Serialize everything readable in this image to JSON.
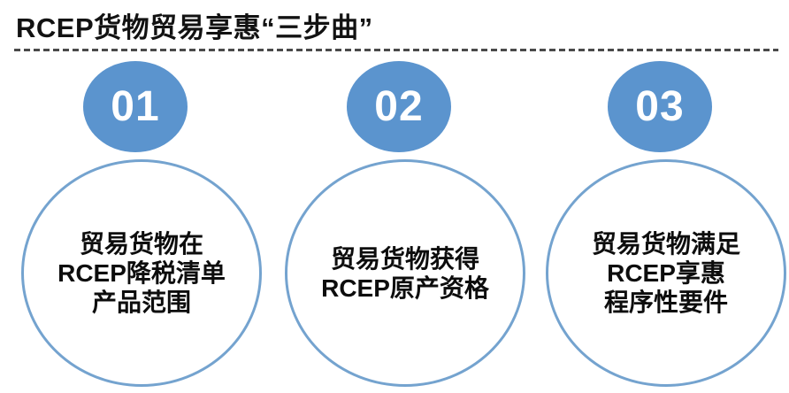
{
  "title": "RCEP货物贸易享惠“三步曲”",
  "steps": [
    {
      "number": "01",
      "lines": [
        "贸易货物在",
        "RCEP降税清单",
        "产品范围"
      ]
    },
    {
      "number": "02",
      "lines": [
        "贸易货物获得",
        "RCEP原产资格"
      ]
    },
    {
      "number": "03",
      "lines": [
        "贸易货物满足",
        "RCEP享惠",
        "程序性要件"
      ]
    }
  ],
  "colors": {
    "step_circle_fill": "#5b94ce",
    "outline_circle_stroke": "#74a3cf",
    "number_text": "#ffffff",
    "body_text": "#0d0d0d",
    "dashed_rule": "#4a4a4a",
    "background": "#ffffff"
  }
}
